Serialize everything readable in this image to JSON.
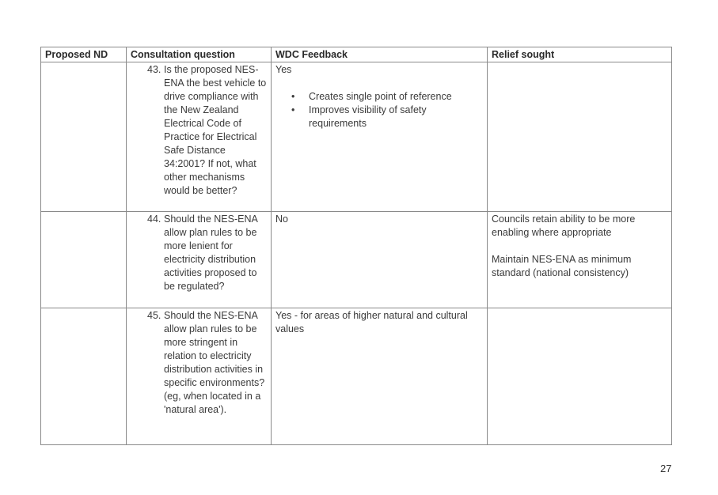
{
  "table": {
    "headers": [
      "Proposed ND",
      "Consultation question",
      "WDC Feedback",
      "Relief sought"
    ],
    "rows": [
      {
        "nd": "",
        "q_num": "43.",
        "question": "Is the proposed NES-ENA the best vehicle to drive compliance with the New Zealand Electrical Code of Practice for Electrical Safe Distance 34:2001? If not, what other mechanisms would be better?",
        "feedback": "Yes",
        "bullets": [
          "Creates single point of reference",
          "Improves visibility of safety requirements"
        ],
        "relief": [
          "",
          ""
        ]
      },
      {
        "nd": "",
        "q_num": "44.",
        "question": "Should the NES-ENA allow plan rules to be more lenient for electricity distribution activities proposed to be regulated?",
        "feedback": "No",
        "relief": [
          "Councils retain ability to be more enabling where appropriate",
          "Maintain NES-ENA as minimum standard (national consistency)"
        ]
      },
      {
        "nd": "",
        "q_num": "45.",
        "question": "Should the NES-ENA allow plan rules to be more stringent in relation to electricity distribution activities in specific environments? (eg, when located in a 'natural area').",
        "feedback": "Yes - for areas of higher natural and cultural values",
        "relief": [
          "",
          ""
        ]
      }
    ]
  },
  "page_number": "27"
}
